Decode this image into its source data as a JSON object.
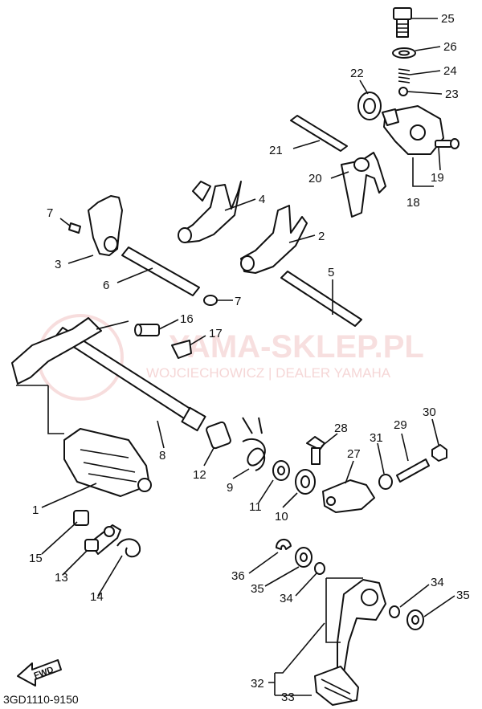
{
  "diagram_code": "3GD1110-9150",
  "fwd_label": "FWD",
  "watermark": {
    "main": "YAMA-SKLEP.PL",
    "sub": "WOJCIECHOWICZ | DEALER YAMAHA"
  },
  "colors": {
    "line": "#111111",
    "watermark": "#f2c6c6",
    "background": "#ffffff"
  },
  "callouts": [
    {
      "id": "c25",
      "label": "25"
    },
    {
      "id": "c26",
      "label": "26"
    },
    {
      "id": "c24",
      "label": "24"
    },
    {
      "id": "c22",
      "label": "22"
    },
    {
      "id": "c23",
      "label": "23"
    },
    {
      "id": "c21",
      "label": "21"
    },
    {
      "id": "c20",
      "label": "20"
    },
    {
      "id": "c19",
      "label": "19"
    },
    {
      "id": "c18",
      "label": "18"
    },
    {
      "id": "c4",
      "label": "4"
    },
    {
      "id": "c7a",
      "label": "7"
    },
    {
      "id": "c2",
      "label": "2"
    },
    {
      "id": "c3",
      "label": "3"
    },
    {
      "id": "c5",
      "label": "5"
    },
    {
      "id": "c6",
      "label": "6"
    },
    {
      "id": "c7b",
      "label": "7"
    },
    {
      "id": "c16",
      "label": "16"
    },
    {
      "id": "c17",
      "label": "17"
    },
    {
      "id": "c28",
      "label": "28"
    },
    {
      "id": "c29",
      "label": "29"
    },
    {
      "id": "c30",
      "label": "30"
    },
    {
      "id": "c31",
      "label": "31"
    },
    {
      "id": "c27",
      "label": "27"
    },
    {
      "id": "c8",
      "label": "8"
    },
    {
      "id": "c12",
      "label": "12"
    },
    {
      "id": "c9",
      "label": "9"
    },
    {
      "id": "c11",
      "label": "11"
    },
    {
      "id": "c10",
      "label": "10"
    },
    {
      "id": "c1",
      "label": "1"
    },
    {
      "id": "c15",
      "label": "15"
    },
    {
      "id": "c13",
      "label": "13"
    },
    {
      "id": "c14",
      "label": "14"
    },
    {
      "id": "c36",
      "label": "36"
    },
    {
      "id": "c35a",
      "label": "35"
    },
    {
      "id": "c34a",
      "label": "34"
    },
    {
      "id": "c34b",
      "label": "34"
    },
    {
      "id": "c35b",
      "label": "35"
    },
    {
      "id": "c32",
      "label": "32"
    },
    {
      "id": "c33",
      "label": "33"
    }
  ]
}
